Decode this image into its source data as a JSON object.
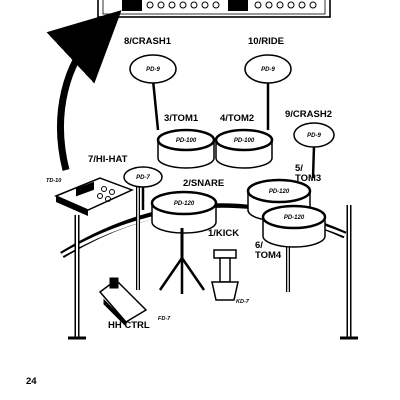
{
  "labels": {
    "crash1": "8/CRASH1",
    "ride": "10/RIDE",
    "tom1": "3/TOM1",
    "tom2": "4/TOM2",
    "crash2": "9/CRASH2",
    "hihat": "7/HI-HAT",
    "tom3_a": "5/",
    "tom3_b": "TOM3",
    "snare": "2/SNARE",
    "kick": "1/KICK",
    "tom4_a": "6/",
    "tom4_b": "TOM4",
    "hhctrl": "HH CTRL"
  },
  "models": {
    "crash1": "PD-9",
    "ride": "PD-9",
    "crash2": "PD-9",
    "tom1": "PD-100",
    "tom2": "PD-100",
    "hihat": "PD-7",
    "snare": "PD-120",
    "tom3": "PD-120",
    "tom4": "PD-120",
    "module": "TD-10",
    "kick": "KD-7",
    "hhctrl": "FD-7"
  },
  "page_number": "24"
}
